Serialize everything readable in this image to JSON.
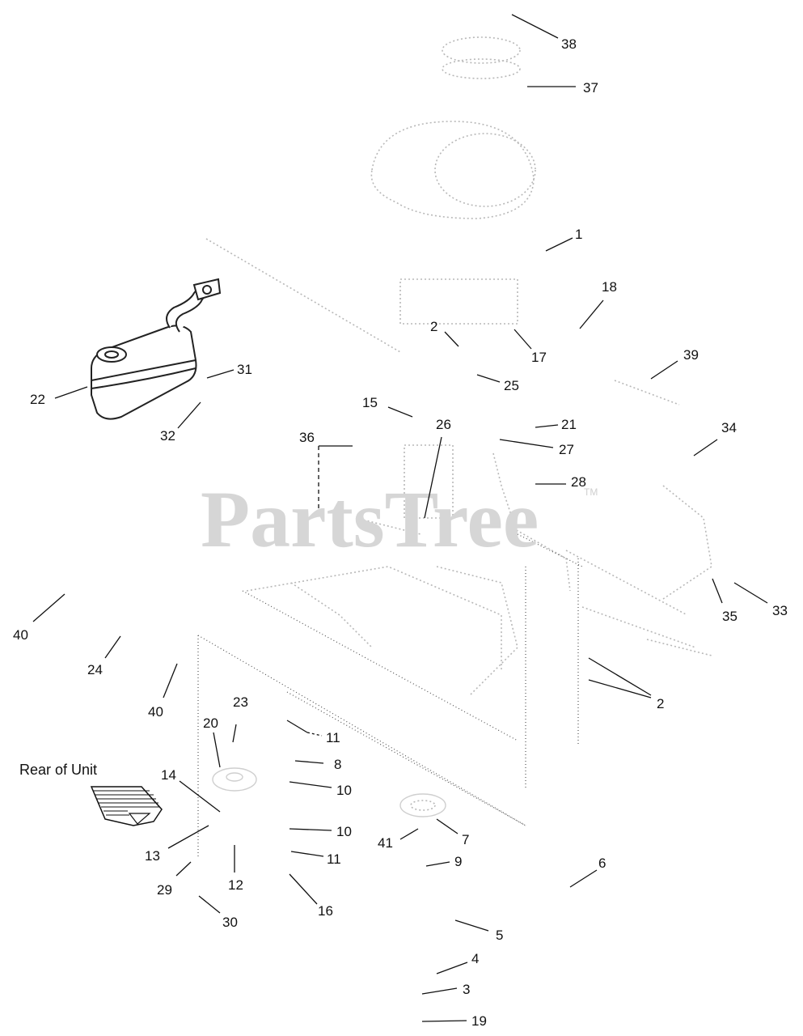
{
  "watermark": {
    "text": "PartsTree",
    "trademark": "TM"
  },
  "rear_label": "Rear of Unit",
  "callouts": [
    {
      "id": "c38",
      "label": "38"
    },
    {
      "id": "c37",
      "label": "37"
    },
    {
      "id": "c1",
      "label": "1"
    },
    {
      "id": "c18",
      "label": "18"
    },
    {
      "id": "c2a",
      "label": "2"
    },
    {
      "id": "c17",
      "label": "17"
    },
    {
      "id": "c39",
      "label": "39"
    },
    {
      "id": "c31",
      "label": "31"
    },
    {
      "id": "c22",
      "label": "22"
    },
    {
      "id": "c25",
      "label": "25"
    },
    {
      "id": "c32",
      "label": "32"
    },
    {
      "id": "c15",
      "label": "15"
    },
    {
      "id": "c26",
      "label": "26"
    },
    {
      "id": "c21",
      "label": "21"
    },
    {
      "id": "c34",
      "label": "34"
    },
    {
      "id": "c36",
      "label": "36"
    },
    {
      "id": "c27",
      "label": "27"
    },
    {
      "id": "c28",
      "label": "28"
    },
    {
      "id": "c40a",
      "label": "40"
    },
    {
      "id": "c35",
      "label": "35"
    },
    {
      "id": "c33",
      "label": "33"
    },
    {
      "id": "c24",
      "label": "24"
    },
    {
      "id": "c40b",
      "label": "40"
    },
    {
      "id": "c2b",
      "label": "2"
    },
    {
      "id": "c23",
      "label": "23"
    },
    {
      "id": "c20",
      "label": "20"
    },
    {
      "id": "c11a",
      "label": "11"
    },
    {
      "id": "c8",
      "label": "8"
    },
    {
      "id": "c14",
      "label": "14"
    },
    {
      "id": "c10a",
      "label": "10"
    },
    {
      "id": "c10b",
      "label": "10"
    },
    {
      "id": "c7",
      "label": "7"
    },
    {
      "id": "c41",
      "label": "41"
    },
    {
      "id": "c13",
      "label": "13"
    },
    {
      "id": "c11b",
      "label": "11"
    },
    {
      "id": "c9",
      "label": "9"
    },
    {
      "id": "c6",
      "label": "6"
    },
    {
      "id": "c29",
      "label": "29"
    },
    {
      "id": "c12",
      "label": "12"
    },
    {
      "id": "c30",
      "label": "30"
    },
    {
      "id": "c16",
      "label": "16"
    },
    {
      "id": "c5",
      "label": "5"
    },
    {
      "id": "c4",
      "label": "4"
    },
    {
      "id": "c3",
      "label": "3"
    },
    {
      "id": "c19",
      "label": "19"
    }
  ]
}
